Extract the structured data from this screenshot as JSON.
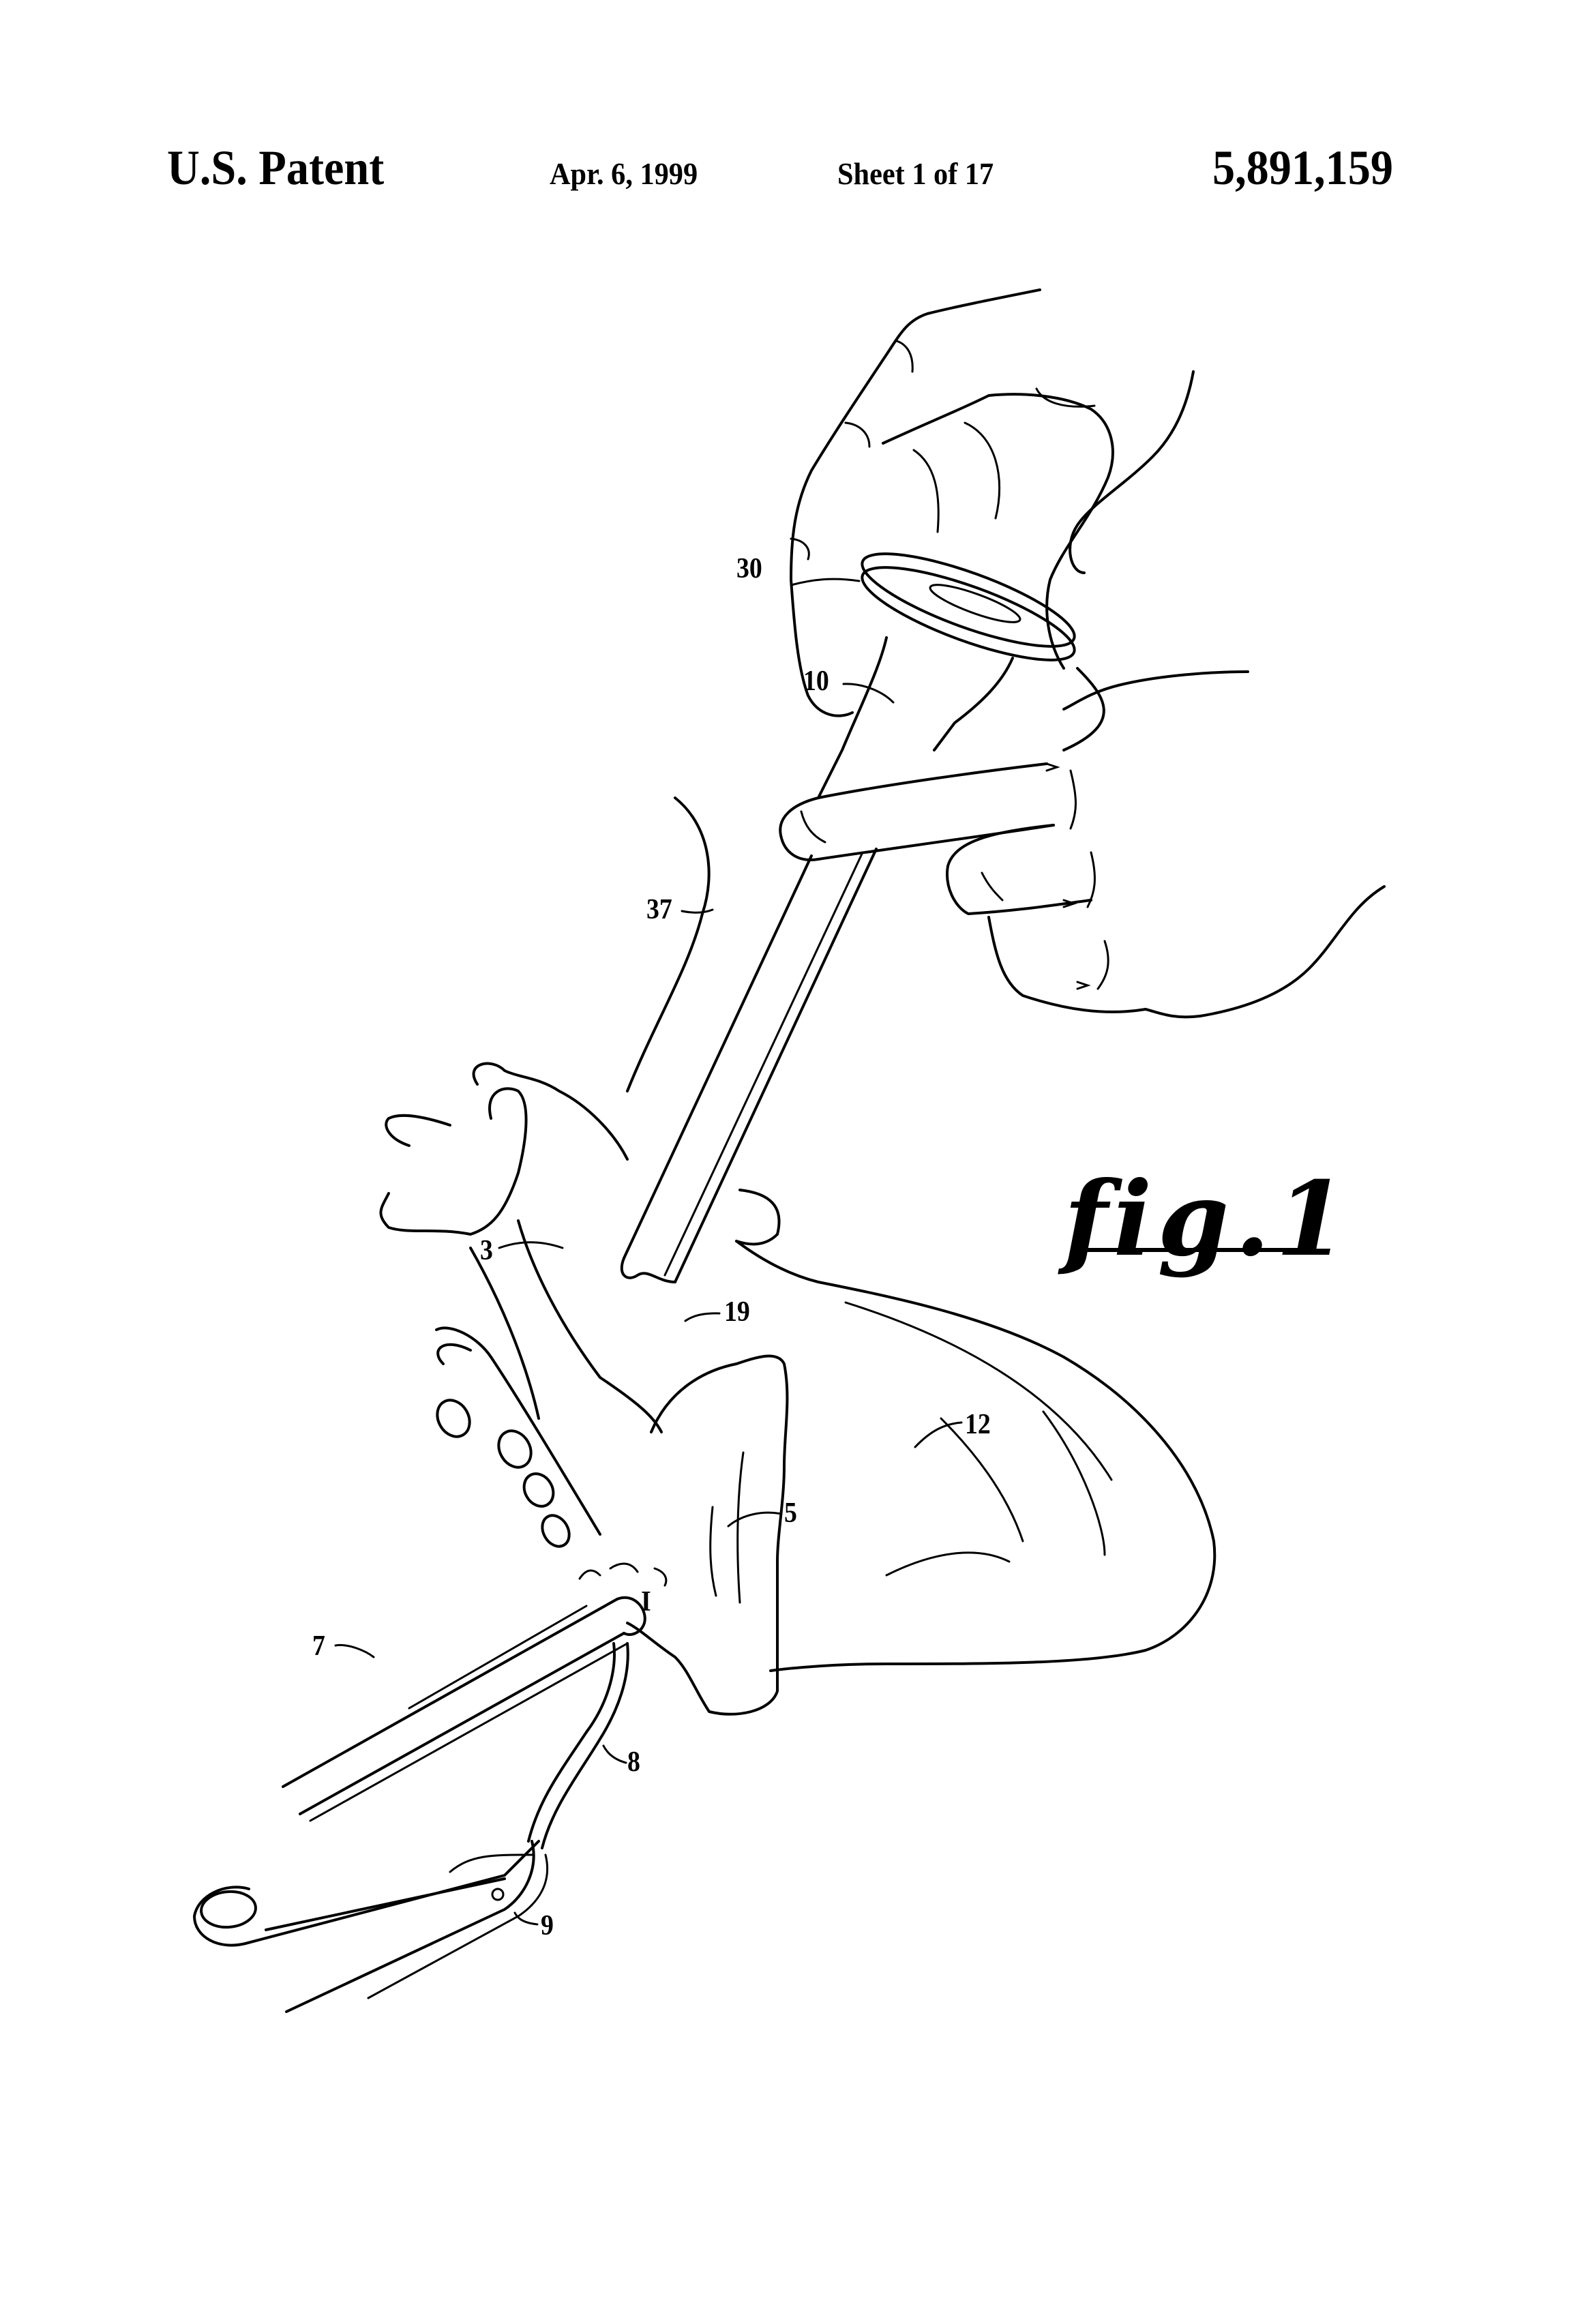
{
  "header": {
    "title": "U.S. Patent",
    "date": "Apr. 6, 1999",
    "sheet": "Sheet 1 of 17",
    "patent_number": "5,891,159"
  },
  "figure": {
    "label": "FIG. 1",
    "label_rendered": "fig.1",
    "reference_numerals": {
      "r30": "30",
      "r10": "10",
      "r37": "37",
      "r3": "3",
      "r19": "19",
      "r12": "12",
      "r5": "5",
      "r1": "I",
      "r7": "7",
      "r8": "8",
      "r9": "9"
    }
  }
}
